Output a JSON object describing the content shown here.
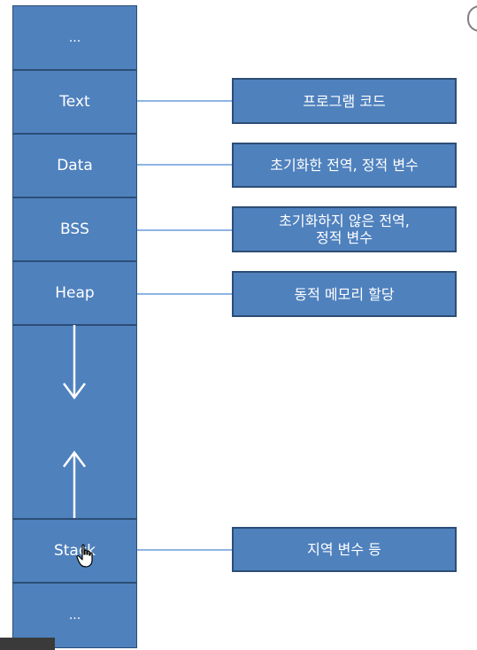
{
  "memory_layout": {
    "segments": [
      {
        "label": "..."
      },
      {
        "label": "Text"
      },
      {
        "label": "Data"
      },
      {
        "label": "BSS"
      },
      {
        "label": "Heap"
      },
      {
        "label": "Stack"
      },
      {
        "label": "..."
      }
    ]
  },
  "descriptions": [
    {
      "text": "프로그램 코드"
    },
    {
      "text": "초기화한 전역, 정적 변수"
    },
    {
      "text": "초기화하지 않은 전역,\n정적 변수"
    },
    {
      "text": "동적 메모리 할당"
    },
    {
      "text": "지역 변수 등"
    }
  ],
  "colors": {
    "box_fill": "#4f81bd",
    "box_border": "#2c4d75",
    "connector": "#8eb4e3",
    "text": "#ffffff"
  }
}
